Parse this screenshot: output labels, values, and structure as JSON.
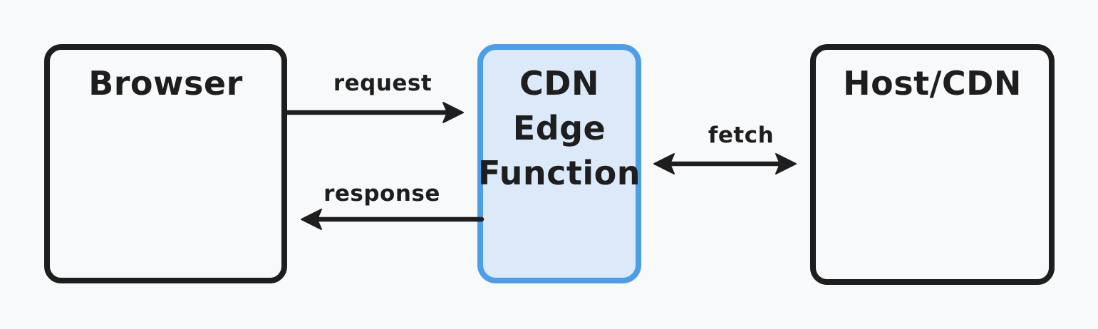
{
  "diagram": {
    "background_color": "#f8f9fb",
    "stroke_color": "#1e1e1e",
    "accent_border_color": "#4d9ee9",
    "accent_fill_color": "#dbe9f8",
    "nodes": [
      {
        "id": "browser",
        "label": "Browser",
        "style": "plain"
      },
      {
        "id": "cdn-edge-function",
        "label": "CDN Edge Function",
        "lines": [
          "CDN",
          "Edge",
          "Function"
        ],
        "style": "accent"
      },
      {
        "id": "host-cdn",
        "label": "Host/CDN",
        "style": "plain"
      }
    ],
    "edges": [
      {
        "id": "request",
        "label": "request",
        "from": "browser",
        "to": "cdn-edge-function",
        "direction": "one-way"
      },
      {
        "id": "response",
        "label": "response",
        "from": "cdn-edge-function",
        "to": "browser",
        "direction": "one-way"
      },
      {
        "id": "fetch",
        "label": "fetch",
        "from": "cdn-edge-function",
        "to": "host-cdn",
        "direction": "two-way"
      }
    ]
  }
}
